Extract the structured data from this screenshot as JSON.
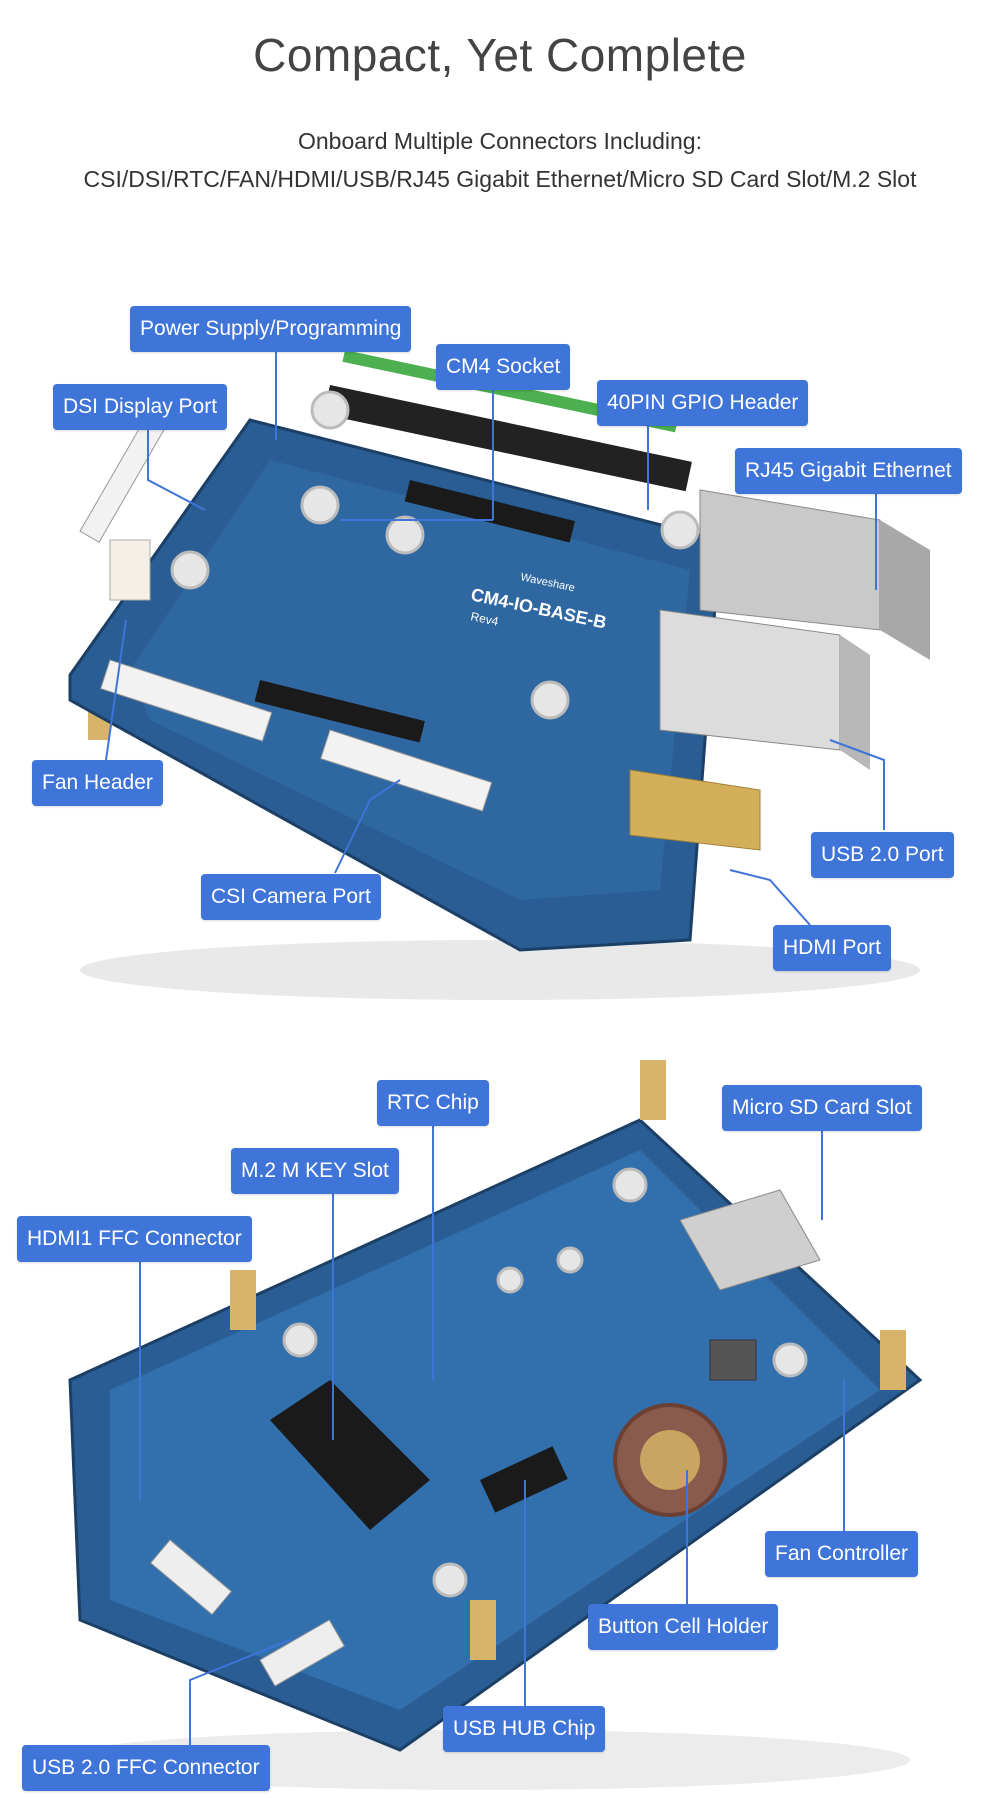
{
  "header": {
    "title": "Compact, Yet Complete",
    "subtitle_line1": "Onboard Multiple Connectors Including:",
    "subtitle_line2": "CSI/DSI/RTC/FAN/HDMI/USB/RJ45 Gigabit Ethernet/Micro SD Card Slot/M.2 Slot"
  },
  "top_board": {
    "callouts": {
      "power_supply": "Power Supply/Programming",
      "cm4_socket": "CM4 Socket",
      "dsi_display": "DSI Display Port",
      "gpio_header": "40PIN GPIO Header",
      "rj45": "RJ45 Gigabit Ethernet",
      "fan_header": "Fan Header",
      "usb20_port": "USB 2.0 Port",
      "csi_camera": "CSI Camera Port",
      "hdmi_port": "HDMI Port"
    },
    "board_label": "CM4-IO-BASE-B",
    "board_rev": "Rev4",
    "brand": "Waveshare"
  },
  "bottom_board": {
    "callouts": {
      "rtc_chip": "RTC Chip",
      "micro_sd": "Micro SD Card Slot",
      "m2_slot": "M.2 M KEY Slot",
      "hdmi1_ffc": "HDMI1 FFC Connector",
      "fan_controller": "Fan Controller",
      "button_cell": "Button Cell Holder",
      "usb_hub": "USB HUB Chip",
      "usb20_ffc": "USB 2.0 FFC Connector"
    }
  },
  "colors": {
    "callout_bg": "#3f74d9",
    "pcb_blue": "#2a5d93",
    "title_text": "#444444"
  }
}
